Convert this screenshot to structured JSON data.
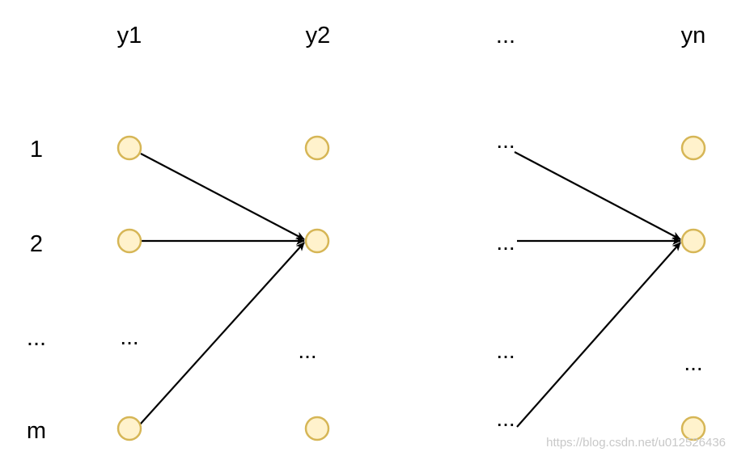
{
  "column_headers": [
    "y1",
    "y2",
    "...",
    "yn"
  ],
  "row_labels": [
    "1",
    "2",
    "...",
    "m"
  ],
  "ellipsis": "...",
  "node_fill": "#fff2cc",
  "node_stroke": "#d6b656",
  "edge_color": "#000000",
  "watermark": "https://blog.csdn.net/u012526436"
}
